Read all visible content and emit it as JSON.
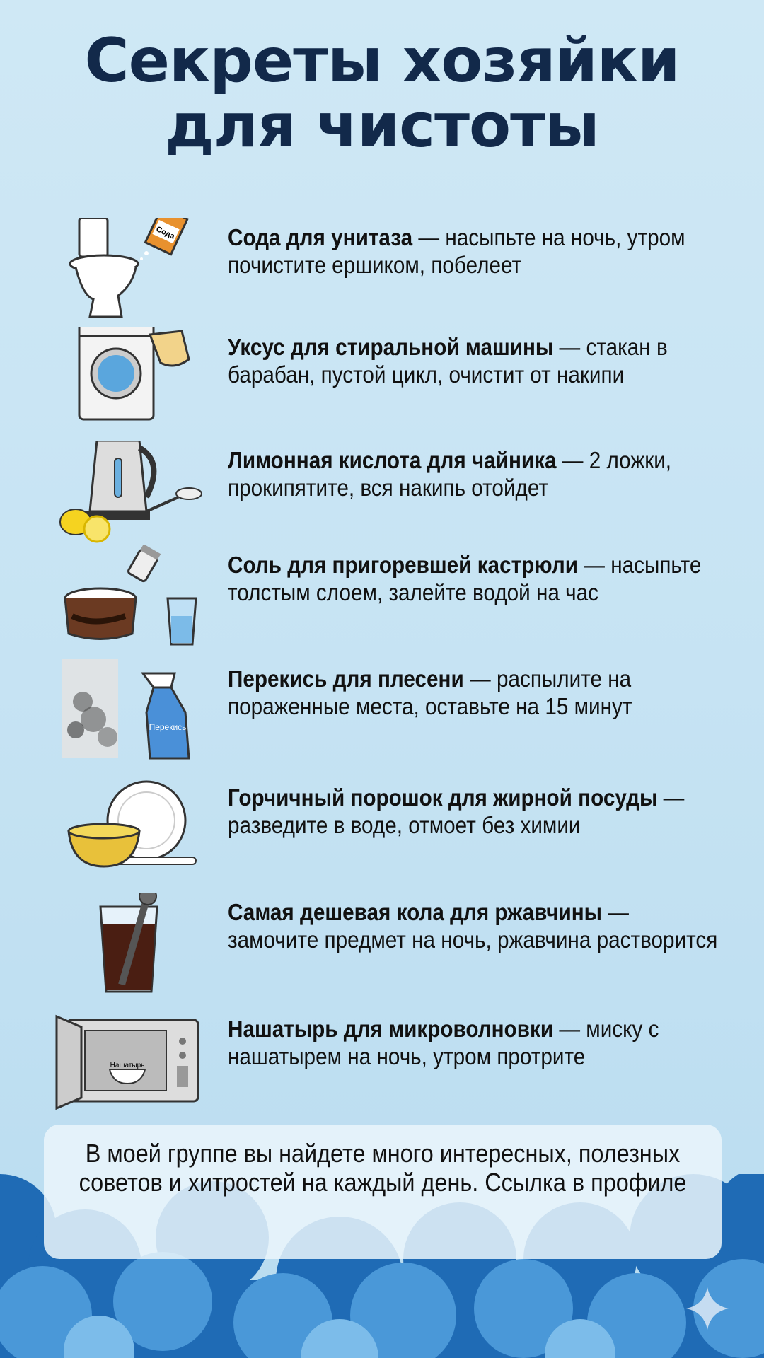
{
  "title": {
    "line1": "Секреты хозяйки",
    "line2": "для чистоты"
  },
  "items": [
    {
      "bold": "Сода для унитаза",
      "rest": " — насыпьте на ночь, утром почистите ершиком, побелеет",
      "icon": "toilet-soda-icon",
      "icon_label": "Сода"
    },
    {
      "bold": "Уксус для стиральной машины",
      "rest": " — стакан в барабан, пустой цикл, очистит от накипи",
      "icon": "washing-machine-icon"
    },
    {
      "bold": "Лимонная кислота для чайника",
      "rest": " — 2 ложки, прокипятите, вся накипь отойдет",
      "icon": "kettle-lemon-icon"
    },
    {
      "bold": "Соль для пригоревшей кастрюли",
      "rest": " — насыпьте толстым слоем, залейте водой на час",
      "icon": "pot-salt-icon"
    },
    {
      "bold": "Перекись для плесени",
      "rest": " — распылите на пораженные места, оставьте на 15 минут",
      "icon": "spray-mold-icon",
      "icon_label": "Перекись"
    },
    {
      "bold": "Горчичный порошок для жирной посуды",
      "rest": " — разведите в воде, отмоет без химии",
      "icon": "mustard-dishes-icon"
    },
    {
      "bold": "Самая дешевая кола для ржавчины",
      "rest": " — замочите предмет на ночь, ржавчина растворится",
      "icon": "cola-wrench-icon"
    },
    {
      "bold": "Нашатырь для микроволновки",
      "rest": " — миску с нашатырем на ночь, утром протрите",
      "icon": "microwave-icon",
      "icon_label": "Нашатырь"
    }
  ],
  "footer": {
    "text": "В моей группе вы найдете много интересных, полезных советов и хитростей на каждый день. Ссылка в профиле"
  },
  "colors": {
    "title": "#12294a",
    "cloud_dark": "#1e6bb8",
    "cloud_light": "#4a98d8"
  }
}
